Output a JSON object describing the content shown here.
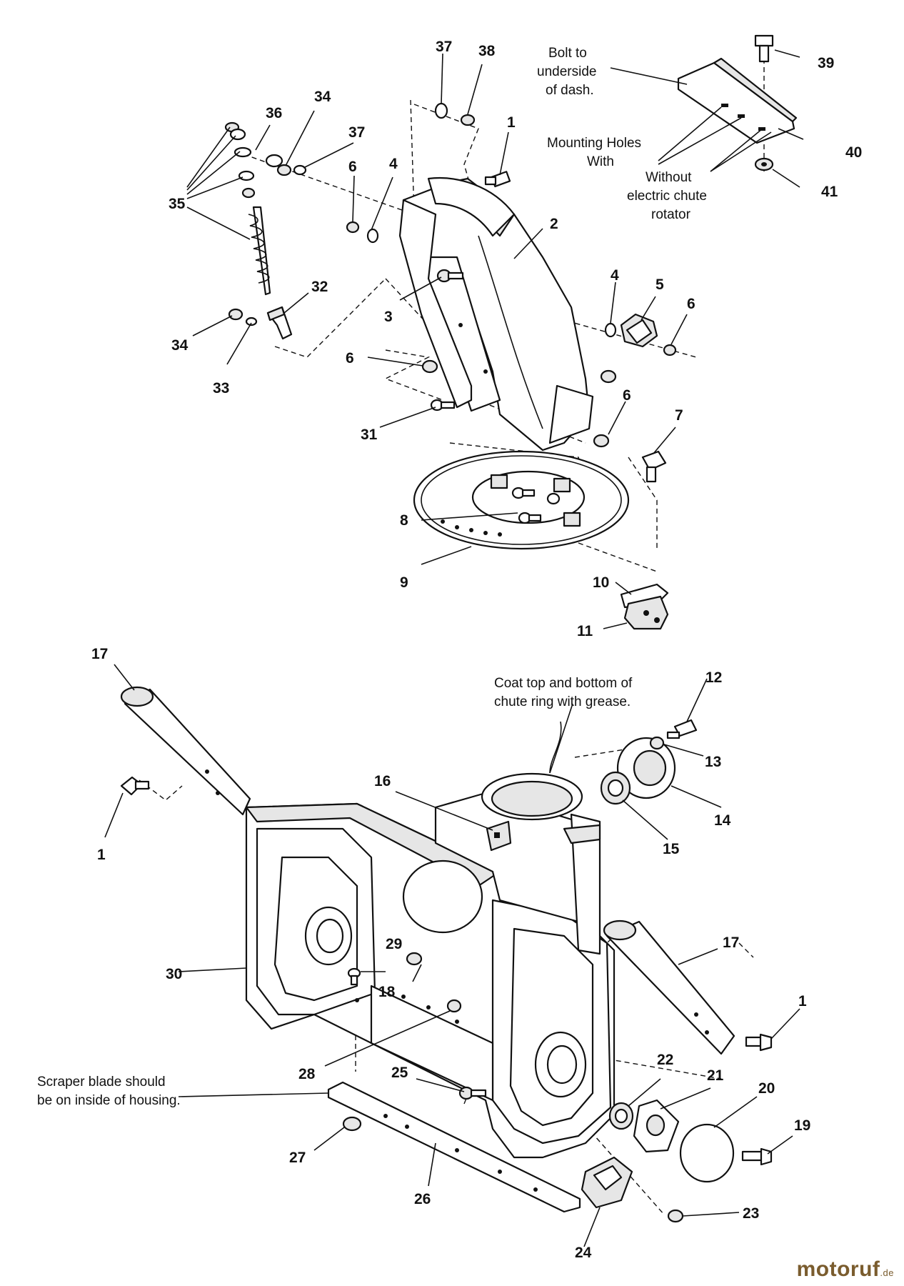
{
  "callouts": {
    "c1a": "1",
    "c1b": "1",
    "c1c": "1",
    "c2": "2",
    "c3": "3",
    "c4a": "4",
    "c4b": "4",
    "c5": "5",
    "c6a": "6",
    "c6b": "6",
    "c6c": "6",
    "c6d": "6",
    "c7": "7",
    "c8": "8",
    "c9": "9",
    "c10": "10",
    "c11": "11",
    "c12": "12",
    "c13": "13",
    "c14": "14",
    "c15": "15",
    "c16": "16",
    "c17a": "17",
    "c17b": "17",
    "c18": "18",
    "c19": "19",
    "c20": "20",
    "c21": "21",
    "c22": "22",
    "c23": "23",
    "c24": "24",
    "c25": "25",
    "c26": "26",
    "c27": "27",
    "c28": "28",
    "c29": "29",
    "c30": "30",
    "c31": "31",
    "c32": "32",
    "c33": "33",
    "c34a": "34",
    "c34b": "34",
    "c35": "35",
    "c36": "36",
    "c37a": "37",
    "c37b": "37",
    "c38": "38",
    "c39": "39",
    "c40": "40",
    "c41": "41"
  },
  "notes": {
    "dash_l1": "Bolt to",
    "dash_l2": "underside",
    "dash_l3": "of dash.",
    "holes_l1": "Mounting Holes",
    "holes_l2": "With",
    "without_l1": "Without",
    "without_l2": "electric chute",
    "without_l3": "rotator",
    "grease_l1": "Coat top and bottom of",
    "grease_l2": "chute ring with grease.",
    "scraper_l1": "Scraper blade should",
    "scraper_l2": "be on inside of housing."
  },
  "watermark": {
    "main": "motoruf",
    "tld": ".de"
  }
}
